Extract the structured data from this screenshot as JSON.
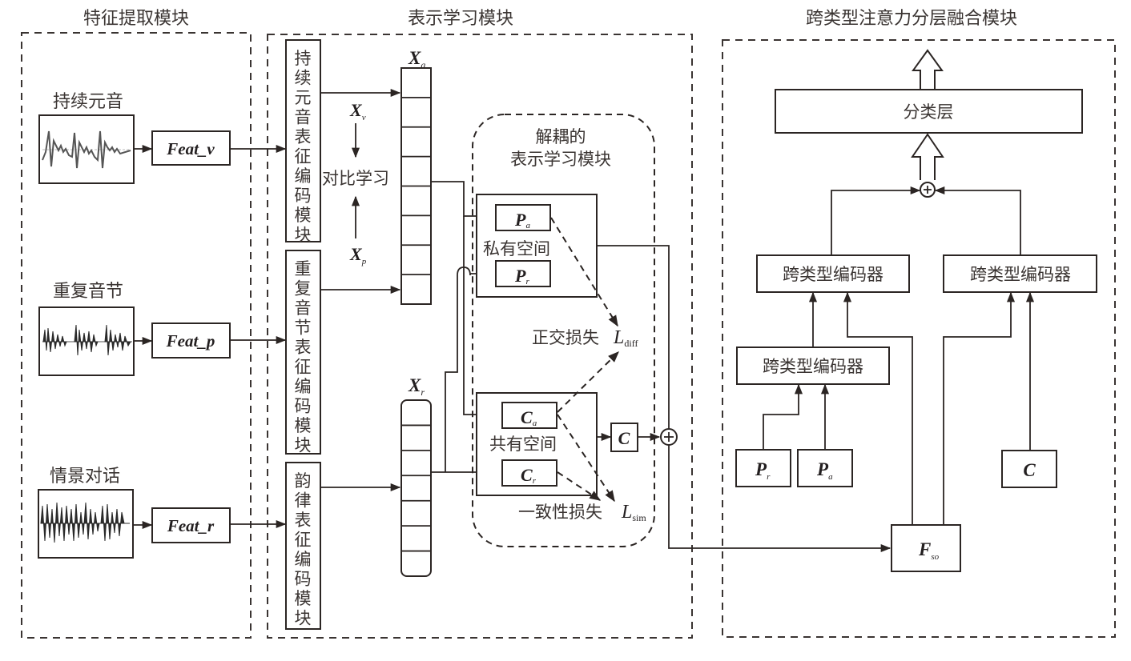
{
  "modules": {
    "feature_extraction": {
      "title": "特征提取模块"
    },
    "representation_learning": {
      "title": "表示学习模块"
    },
    "fusion": {
      "title": "跨类型注意力分层融合模块"
    },
    "disentangled": {
      "title_line1": "解耦的",
      "title_line2": "表示学习模块"
    }
  },
  "inputs": [
    {
      "label": "持续元音",
      "feature": "Feat_v",
      "wave": "sustained-vowel-waveform"
    },
    {
      "label": "重复音节",
      "feature": "Feat_p",
      "wave": "repeated-syllable-waveform"
    },
    {
      "label": "情景对话",
      "feature": "Feat_r",
      "wave": "situational-dialogue-waveform"
    }
  ],
  "encoders": [
    {
      "chars": [
        "持",
        "续",
        "元",
        "音",
        "表",
        "征",
        "编",
        "码",
        "模",
        "块"
      ]
    },
    {
      "chars": [
        "重",
        "复",
        "音",
        "节",
        "表",
        "征",
        "编",
        "码",
        "模",
        "块"
      ]
    },
    {
      "chars": [
        "韵",
        "律",
        "表",
        "征",
        "编",
        "码",
        "模",
        "块"
      ]
    }
  ],
  "vectors": {
    "xa": {
      "main": "X",
      "sub": "a",
      "cells": 8
    },
    "xr": {
      "main": "X",
      "sub": "r",
      "cells": 7
    },
    "xv": {
      "main": "X",
      "sub": "v"
    },
    "xp": {
      "main": "X",
      "sub": "p"
    }
  },
  "contrastive": {
    "label": "对比学习"
  },
  "private_space": {
    "label": "私有空间",
    "pa": {
      "main": "P",
      "sub": "a"
    },
    "pr": {
      "main": "P",
      "sub": "r"
    }
  },
  "common_space": {
    "label": "共有空间",
    "ca": {
      "main": "C",
      "sub": "a"
    },
    "cr": {
      "main": "C",
      "sub": "r"
    },
    "c": {
      "main": "C"
    }
  },
  "losses": {
    "diff": {
      "text": "正交损失",
      "main": "L",
      "sub": "diff"
    },
    "sim": {
      "text": "一致性损失",
      "main": "L",
      "sub": "sim"
    }
  },
  "fusion": {
    "classifier": "分类层",
    "encoder_label": "跨类型编码器",
    "pr": {
      "main": "P",
      "sub": "r"
    },
    "pa": {
      "main": "P",
      "sub": "a"
    },
    "c": {
      "main": "C"
    },
    "fso": {
      "main": "F",
      "sub": "so"
    },
    "plus_symbol": "+"
  }
}
